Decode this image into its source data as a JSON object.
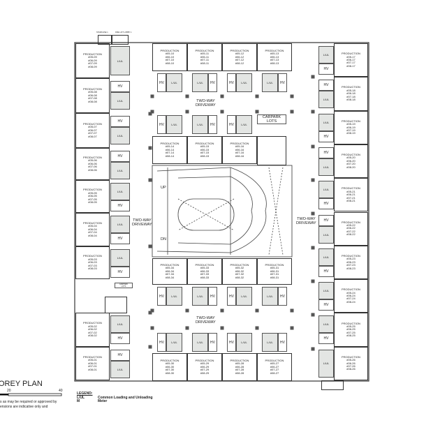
{
  "labels": {
    "hv": "HV",
    "lul": "L/UL",
    "production": "PRODUCTION"
  },
  "sections": {
    "left": [
      {
        "lines": [
          "#05-09",
          "#06-09",
          "#07-09",
          "#08-09"
        ],
        "bays": [
          "lul"
        ]
      },
      {
        "lines": [
          "#05-08",
          "#06-08",
          "#07-08",
          "#08-08"
        ],
        "bays": [
          "hv",
          "lul"
        ]
      },
      {
        "lines": [
          "#05-07",
          "#06-07",
          "#07-07",
          "#08-07"
        ],
        "bays": [
          "hv",
          "lul"
        ]
      },
      {
        "lines": [
          "#05-06",
          "#06-06",
          "#07-06",
          "#08-06"
        ],
        "bays": [
          "hv",
          "lul"
        ]
      },
      {
        "lines": [
          "#05-05",
          "#06-05",
          "#07-05",
          "#08-05"
        ],
        "bays": [
          "lul",
          "hv"
        ]
      },
      {
        "lines": [
          "#05-04",
          "#06-04",
          "#07-04",
          "#08-04"
        ],
        "bays": [
          "lul",
          "hv"
        ]
      },
      {
        "lines": [
          "#05-03",
          "#06-03",
          "#07-03",
          "#08-03"
        ],
        "bays": [
          "lul",
          "hv"
        ]
      },
      {
        "lines": [
          "#05-02",
          "#06-02",
          "#07-02",
          "#08-02"
        ],
        "bays": [
          "lul",
          "hv"
        ]
      },
      {
        "lines": [
          "#05-01",
          "#06-01",
          "#07-01",
          "#08-01"
        ],
        "bays": [
          "hv",
          "lul"
        ]
      }
    ],
    "right": [
      {
        "lines": [
          "#05-17",
          "#06-17",
          "#07-17",
          "#08-17"
        ],
        "bays": [
          "lul",
          "hv"
        ]
      },
      {
        "lines": [
          "#05-18",
          "#06-18",
          "#07-18",
          "#08-18"
        ],
        "bays": [
          "hv",
          "lul"
        ]
      },
      {
        "lines": [
          "#05-19",
          "#06-19",
          "#07-19",
          "#08-19"
        ],
        "bays": [
          "lul",
          "hv"
        ]
      },
      {
        "lines": [
          "#05-20",
          "#06-20",
          "#07-20",
          "#08-20"
        ],
        "bays": [
          "hv",
          "lul"
        ]
      },
      {
        "lines": [
          "#05-21",
          "#06-21",
          "#07-21",
          "#08-21"
        ],
        "bays": [
          "lul",
          "hv"
        ]
      },
      {
        "lines": [
          "#05-22",
          "#06-22",
          "#07-22",
          "#08-22"
        ],
        "bays": [
          "hv",
          "lul"
        ]
      },
      {
        "lines": [
          "#05-23",
          "#06-23",
          "#07-23",
          "#08-23"
        ],
        "bays": [
          "lul",
          "hv"
        ]
      },
      {
        "lines": [
          "#05-24",
          "#06-24",
          "#07-24",
          "#08-24"
        ],
        "bays": [
          "lul",
          "hv"
        ]
      },
      {
        "lines": [
          "#05-25",
          "#06-25",
          "#07-25",
          "#08-25"
        ],
        "bays": [
          "lul",
          "hv"
        ]
      },
      {
        "lines": [
          "#05-26",
          "#06-26",
          "#07-26",
          "#08-26"
        ],
        "bays": [
          "lul"
        ]
      }
    ],
    "top": [
      {
        "lines": [
          "#05-10",
          "#06-10",
          "#07-10",
          "#08-10"
        ],
        "bays": [
          "hv",
          "lul"
        ]
      },
      {
        "lines": [
          "#05-11",
          "#06-11",
          "#07-11",
          "#08-11"
        ],
        "bays": [
          "lul",
          "hv"
        ]
      },
      {
        "lines": [
          "#05-12",
          "#06-12",
          "#07-12",
          "#08-12"
        ],
        "bays": [
          "hv",
          "lul"
        ]
      },
      {
        "lines": [
          "#05-13",
          "#06-13",
          "#07-13",
          "#08-13"
        ],
        "bays": [
          "lul",
          "hv"
        ]
      }
    ],
    "mid_top_bays": [
      [
        "hv",
        "lul"
      ],
      [
        "lul",
        "hv"
      ],
      [
        "hv",
        "lul"
      ]
    ],
    "mid_top": [
      {
        "lines": [
          "#05-14",
          "#06-14",
          "#07-14",
          "#08-14"
        ]
      },
      {
        "lines": [
          "#05-15",
          "#06-15",
          "#07-15",
          "#08-15"
        ]
      },
      {
        "lines": [
          "#05-16",
          "#06-16",
          "#07-16",
          "#08-16"
        ]
      }
    ],
    "mid_bottom": [
      {
        "lines": [
          "#05-34",
          "#06-34",
          "#07-34",
          "#08-34"
        ],
        "bays": [
          "hv",
          "lul"
        ]
      },
      {
        "lines": [
          "#05-33",
          "#06-33",
          "#07-33",
          "#08-33"
        ],
        "bays": [
          "lul",
          "hv"
        ]
      },
      {
        "lines": [
          "#05-32",
          "#06-32",
          "#07-32",
          "#08-32"
        ],
        "bays": [
          "hv",
          "lul"
        ]
      },
      {
        "lines": [
          "#05-31",
          "#06-31",
          "#07-31",
          "#08-31"
        ],
        "bays": [
          "lul",
          "hv"
        ]
      }
    ],
    "bottom": [
      {
        "lines": [
          "#05-30",
          "#06-30",
          "#07-30",
          "#08-30"
        ],
        "bays": [
          "hv",
          "lul"
        ]
      },
      {
        "lines": [
          "#05-29",
          "#06-29",
          "#07-29",
          "#08-29"
        ],
        "bays": [
          "lul",
          "hv"
        ]
      },
      {
        "lines": [
          "#05-28",
          "#06-28",
          "#07-28",
          "#08-28"
        ],
        "bays": [
          "hv",
          "lul"
        ]
      },
      {
        "lines": [
          "#05-27",
          "#06-27",
          "#07-27",
          "#08-27"
        ],
        "bays": [
          "lul",
          "hv"
        ]
      }
    ]
  },
  "driveway": {
    "line1": "TWO-WAY",
    "line2": "DRIVEWAY"
  },
  "carpark": {
    "line1": "CARPARK",
    "line2": "LOTS"
  },
  "ramp": {
    "up": "UP",
    "down": "DN"
  },
  "cores": {
    "staircase": "STAIRCASE 1",
    "fire_lift_lobby": "FIRE LIFT LOBBY 1"
  },
  "title": "OREY PLAN",
  "scale": {
    "mid": "20",
    "end": "40"
  },
  "notes": [
    "s as may be required or approved by",
    "ensions are indicative only and"
  ],
  "legend": {
    "heading": "LEGEND:",
    "items": [
      {
        "key": "L/UL",
        "desc": "Common Loading and Unloading"
      },
      {
        "key": "M",
        "desc": "Meter"
      }
    ]
  }
}
